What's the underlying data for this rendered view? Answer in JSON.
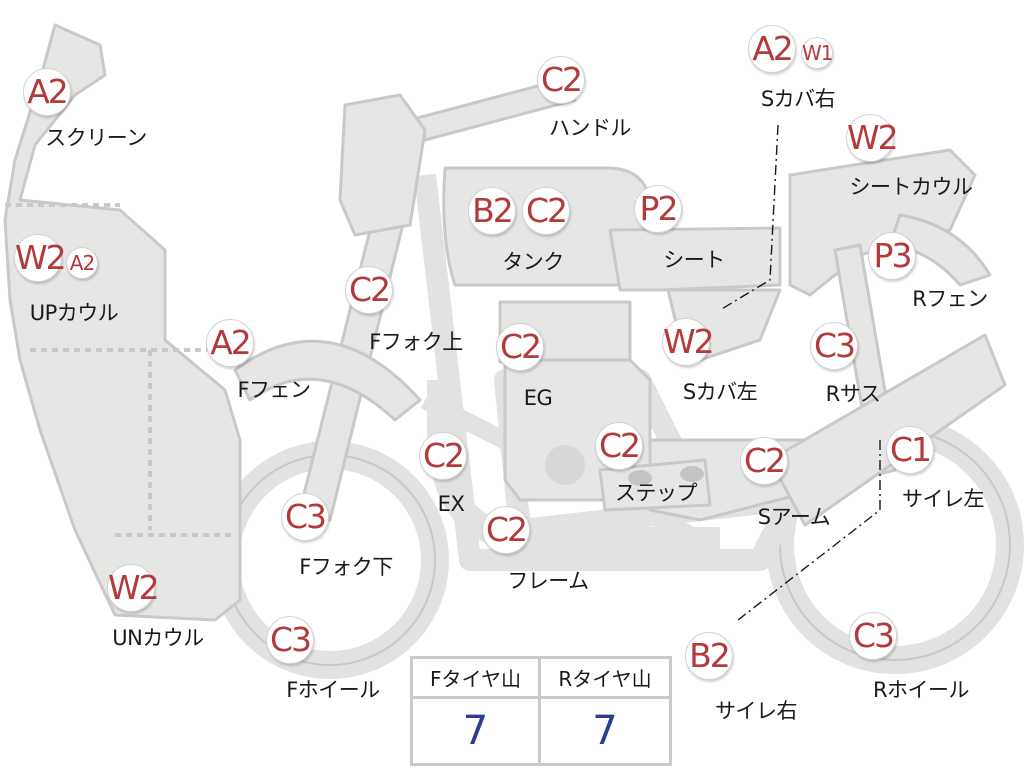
{
  "parts": [
    {
      "grade": "A2",
      "grade2": "",
      "label": "スクリーン"
    },
    {
      "grade": "W2",
      "grade2": "A2",
      "label": "UPカウル"
    },
    {
      "grade": "W2",
      "grade2": "",
      "label": "UNカウル"
    },
    {
      "grade": "A2",
      "grade2": "",
      "label": "Fフェン"
    },
    {
      "grade": "C2",
      "grade2": "",
      "label": "Fフォク上"
    },
    {
      "grade": "C3",
      "grade2": "",
      "label": "Fフォク下"
    },
    {
      "grade": "C3",
      "grade2": "",
      "label": "Fホイール"
    },
    {
      "grade": "C2",
      "grade2": "",
      "label": "ハンドル"
    },
    {
      "grade": "B2",
      "grade2": "C2",
      "label": "タンク"
    },
    {
      "grade": "C2",
      "grade2": "",
      "label": "EG"
    },
    {
      "grade": "C2",
      "grade2": "",
      "label": "EX"
    },
    {
      "grade": "C2",
      "grade2": "",
      "label": "フレーム"
    },
    {
      "grade": "C2",
      "grade2": "",
      "label": "ステップ"
    },
    {
      "grade": "P2",
      "grade2": "",
      "label": "シート"
    },
    {
      "grade": "A2",
      "grade2": "W1",
      "label": "Sカバ右"
    },
    {
      "grade": "W2",
      "grade2": "",
      "label": "シートカウル"
    },
    {
      "grade": "P3",
      "grade2": "",
      "label": "Rフェン"
    },
    {
      "grade": "W2",
      "grade2": "",
      "label": "Sカバ左"
    },
    {
      "grade": "C3",
      "grade2": "",
      "label": "Rサス"
    },
    {
      "grade": "C1",
      "grade2": "",
      "label": "サイレ左"
    },
    {
      "grade": "C2",
      "grade2": "",
      "label": "Sアーム"
    },
    {
      "grade": "B2",
      "grade2": "",
      "label": "サイレ右"
    },
    {
      "grade": "C3",
      "grade2": "",
      "label": "Rホイール"
    }
  ],
  "tire_table": {
    "front_header": "Fタイヤ山",
    "rear_header": "Rタイヤ山",
    "front_value": "7",
    "rear_value": "7"
  },
  "colors": {
    "part_fill": "#e6e6e4",
    "part_stroke": "#c9c9c7",
    "grade_text": "#b33a3a",
    "tire_value": "#2b3d8c"
  }
}
